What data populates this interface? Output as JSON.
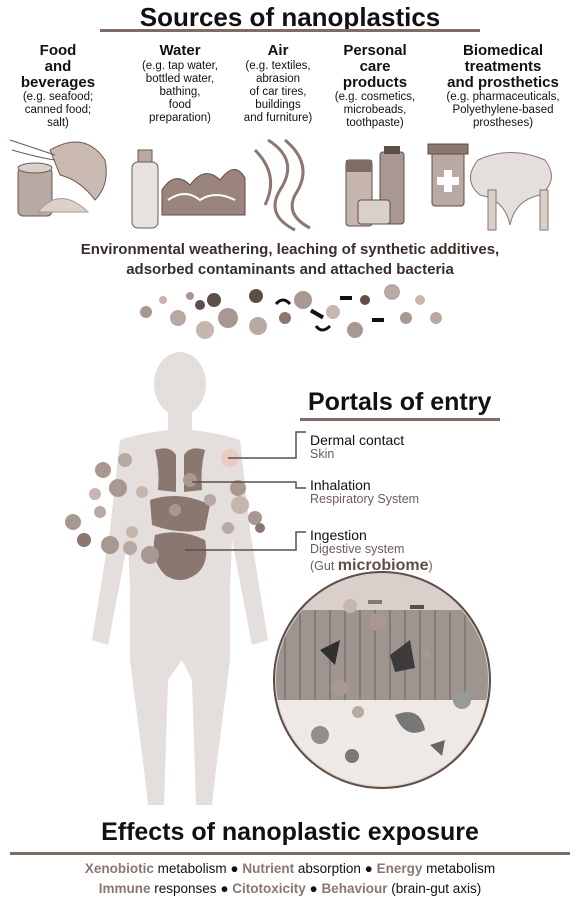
{
  "title": "Sources of nanoplastics",
  "sources": [
    {
      "heading": "Food and beverages",
      "heading_lines": [
        "Food",
        "and",
        "beverages"
      ],
      "detail_lines": [
        "(e.g. seafood;",
        "canned food;",
        "salt)"
      ]
    },
    {
      "heading": "Water",
      "heading_lines": [
        "Water"
      ],
      "detail_lines": [
        "(e.g. tap water,",
        "bottled water,",
        "bathing,",
        "food",
        "preparation)"
      ]
    },
    {
      "heading": "Air",
      "heading_lines": [
        "Air"
      ],
      "detail_lines": [
        "(e.g. textiles,",
        "abrasion",
        "of car tires,",
        "buildings",
        "and furniture)"
      ]
    },
    {
      "heading": "Personal care products",
      "heading_lines": [
        "Personal",
        "care",
        "products"
      ],
      "detail_lines": [
        "(e.g. cosmetics,",
        "microbeads,",
        "toothpaste)"
      ]
    },
    {
      "heading": "Biomedical treatments and prosthetics",
      "heading_lines": [
        "Biomedical",
        "treatments",
        "and prosthetics"
      ],
      "detail_lines": [
        "(e.g. pharmaceuticals,",
        "Polyethylene-based",
        "prostheses)"
      ]
    }
  ],
  "weathering_lines": [
    "Environmental weathering, leaching of synthetic additives,",
    "adsorbed contaminants and attached bacteria"
  ],
  "portals": {
    "title": "Portals of entry",
    "items": [
      {
        "label": "Dermal contact",
        "sub": "Skin"
      },
      {
        "label": "Inhalation",
        "sub": "Respiratory System"
      },
      {
        "label": "Ingestion",
        "sub": "Digestive system",
        "sub2_prefix": "(Gut ",
        "sub2_bold": "microbiome",
        "sub2_suffix": ")"
      }
    ]
  },
  "effects": {
    "title": "Effects of nanoplastic exposure",
    "line1": [
      {
        "bold": "Xenobiotic",
        "text": " metabolism"
      },
      {
        "bold": "Nutrient",
        "text": " absorption"
      },
      {
        "bold": "Energy",
        "text": " metabolism"
      }
    ],
    "line2": [
      {
        "bold": "Immune",
        "text": " responses"
      },
      {
        "bold": "Citotoxicity",
        "text": ""
      },
      {
        "bold": "Behaviour",
        "text": " (brain-gut axis)"
      }
    ],
    "separator": "●"
  },
  "colors": {
    "accent": "#8a776f",
    "rule": "#7d6d66",
    "body": "#e4dedc",
    "particle": "#a99891",
    "particle_dark": "#5e4e48"
  }
}
